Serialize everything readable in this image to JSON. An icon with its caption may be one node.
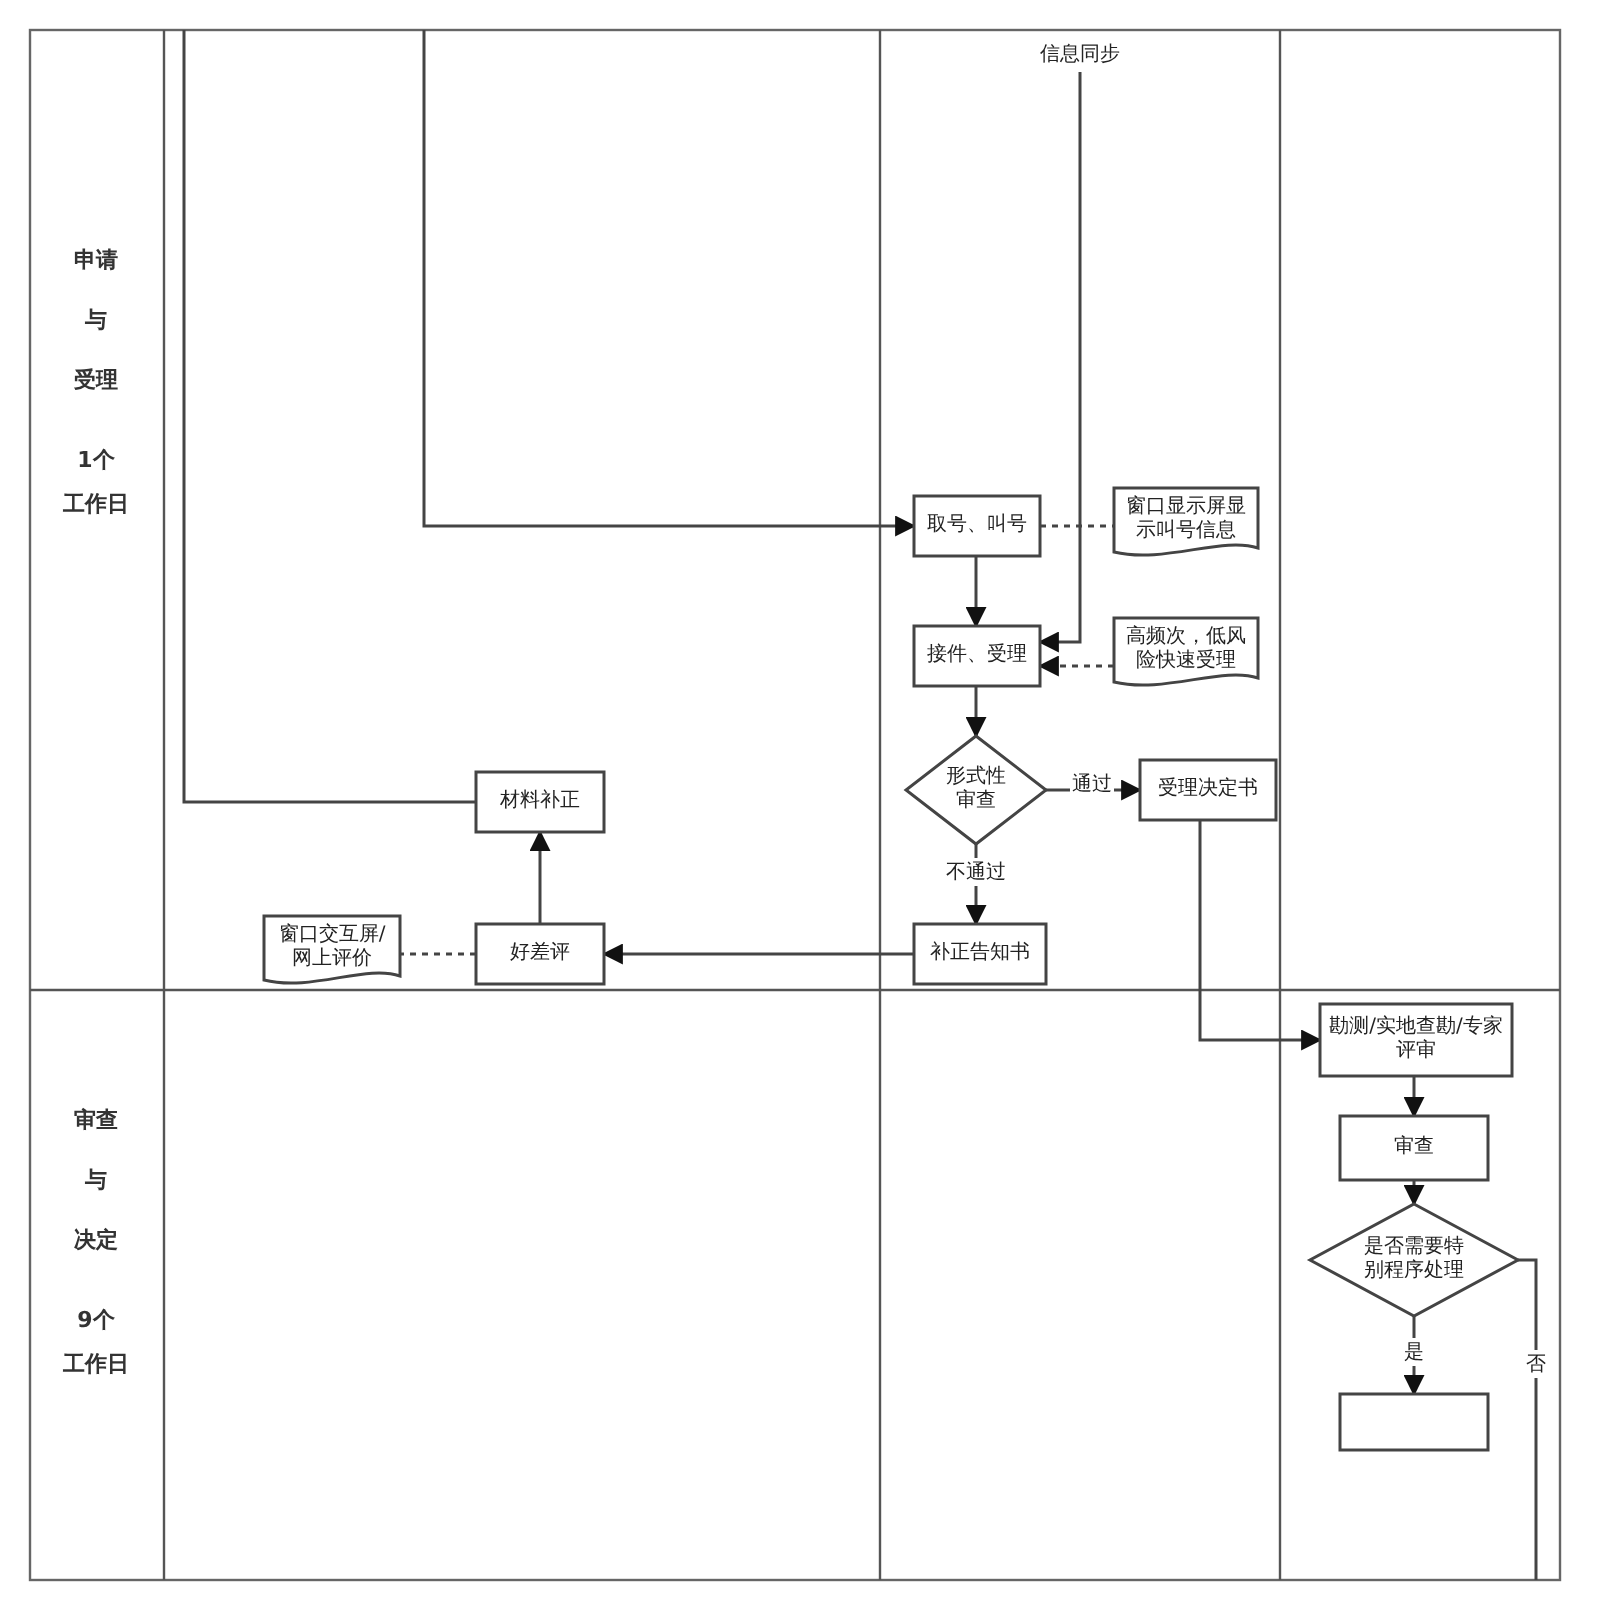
{
  "diagram": {
    "nodes": [
      {
        "text": [
          "信息同步"
        ]
      },
      {
        "text": [
          "取号、叫号"
        ]
      },
      {
        "text": [
          "窗口显示屏显示叫号信息"
        ]
      },
      {
        "text": [
          "接件、受理"
        ]
      },
      {
        "text": [
          "高频次，低风险快速受理"
        ]
      },
      {
        "text": [
          "形式性审查"
        ]
      },
      {
        "text": [
          "受理决定书"
        ]
      },
      {
        "text": [
          "材料补正"
        ]
      },
      {
        "text": [
          "窗口交互屏/网上评价"
        ]
      },
      {
        "text": [
          "好差评"
        ]
      },
      {
        "text": [
          "补正告知书"
        ]
      },
      {
        "text": [
          "勘测/实地查勘/专家评审"
        ]
      },
      {
        "text": [
          "审查"
        ]
      },
      {
        "text": [
          "是否需要特别程序处理"
        ]
      },
      {
        "text": [],
        "shape": "box"
      }
    ],
    "edges": [
      {
        "from": null,
        "to": 1,
        "arrow": "to"
      },
      {
        "from": 0,
        "to": 3,
        "arrow": "to"
      },
      {
        "from": 1,
        "to": 3,
        "arrow": "to"
      },
      {
        "from": 1,
        "to": 2,
        "arrow": "none",
        "style": "dashed"
      },
      {
        "from": 4,
        "to": 3,
        "arrow": "to",
        "style": "dashed"
      },
      {
        "from": 3,
        "to": 5,
        "arrow": "to"
      },
      {
        "from": 5,
        "to": 6,
        "arrow": "to",
        "label": "通过"
      },
      {
        "from": 5,
        "to": 10,
        "arrow": "to",
        "label": "不通过"
      },
      {
        "from": 10,
        "to": 9,
        "arrow": "to"
      },
      {
        "from": 9,
        "to": 7,
        "arrow": "to"
      },
      {
        "from": 9,
        "to": 8,
        "arrow": "none",
        "style": "dashed"
      },
      {
        "from": 7,
        "to": null,
        "arrow": "none"
      },
      {
        "from": 6,
        "to": 11,
        "arrow": "to"
      },
      {
        "from": 11,
        "to": 12,
        "arrow": "to"
      },
      {
        "from": 12,
        "to": 13,
        "arrow": "to"
      },
      {
        "from": 13,
        "to": 14,
        "arrow": "to",
        "label": "是"
      },
      {
        "from": 13,
        "to": null,
        "arrow": "none",
        "label": "否"
      }
    ],
    "labels": [
      "申请",
      "与",
      "受理",
      "1个",
      "工作日",
      "审查",
      "与",
      "决定",
      "9个",
      "工作日"
    ]
  }
}
